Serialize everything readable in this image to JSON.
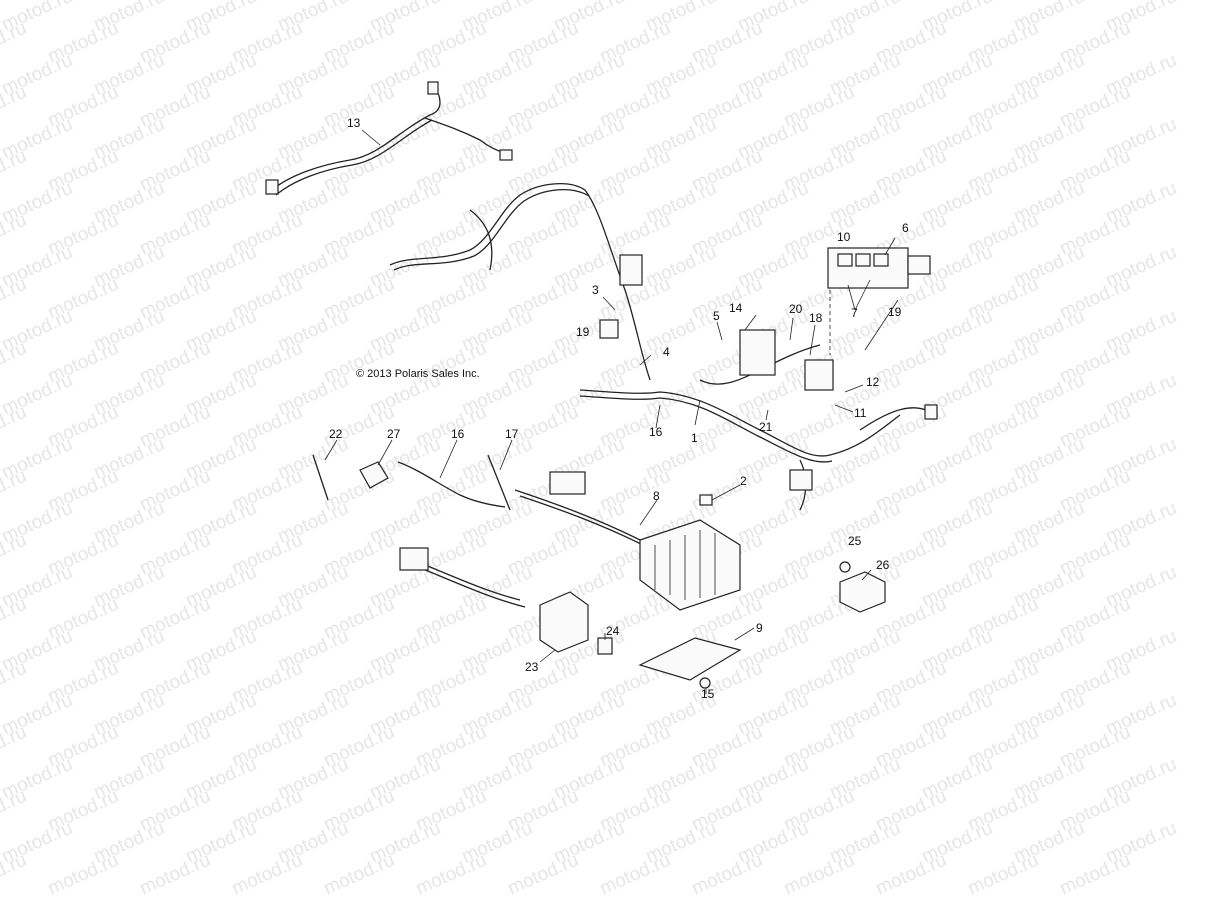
{
  "watermark": "motod.ru",
  "copyright": "© 2013 Polaris Sales Inc.",
  "callouts": {
    "c1": "1",
    "c2": "2",
    "c3": "3",
    "c4": "4",
    "c5": "5",
    "c6": "6",
    "c7": "7",
    "c8": "8",
    "c9": "9",
    "c10": "10",
    "c11": "11",
    "c12": "12",
    "c13": "13",
    "c14": "14",
    "c15": "15",
    "c16a": "16",
    "c16b": "16",
    "c17": "17",
    "c18": "18",
    "c19a": "19",
    "c19b": "19",
    "c20": "20",
    "c21": "21",
    "c22": "22",
    "c23": "23",
    "c24": "24",
    "c25": "25",
    "c26": "26",
    "c27": "27"
  }
}
